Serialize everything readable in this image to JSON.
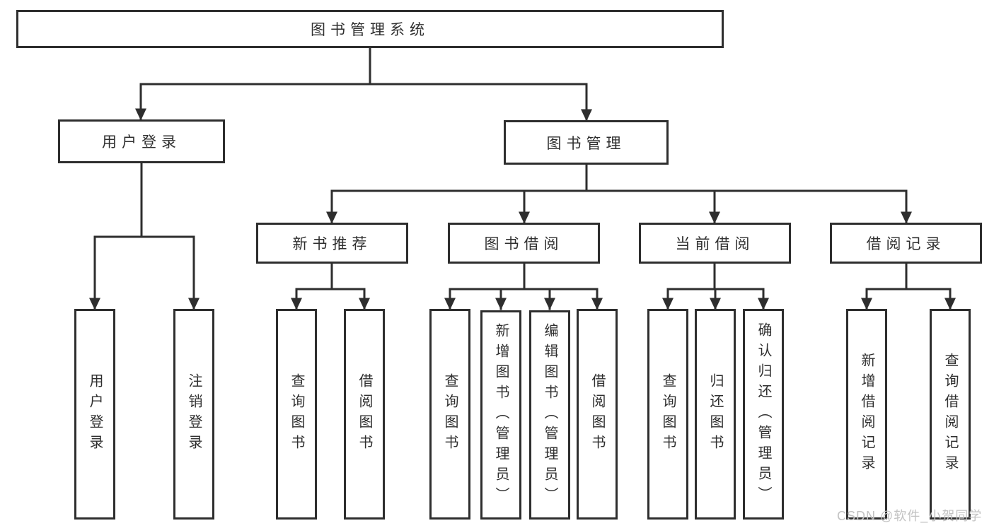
{
  "diagram": {
    "title_node": {
      "label": "图书管理系统"
    },
    "level2": [
      {
        "label": "用户登录"
      },
      {
        "label": "图书管理"
      }
    ],
    "level3": [
      {
        "label": "新书推荐",
        "parent": "图书管理"
      },
      {
        "label": "图书借阅",
        "parent": "图书管理"
      },
      {
        "label": "当前借阅",
        "parent": "图书管理"
      },
      {
        "label": "借阅记录",
        "parent": "图书管理"
      }
    ],
    "leaves": [
      {
        "label": "用户登录",
        "parent": "用户登录"
      },
      {
        "label": "注销登录",
        "parent": "用户登录"
      },
      {
        "label": "查询图书",
        "parent": "新书推荐"
      },
      {
        "label": "借阅图书",
        "parent": "新书推荐"
      },
      {
        "label": "查询图书",
        "parent": "图书借阅"
      },
      {
        "label": "新增图书（管理员）",
        "parent": "图书借阅"
      },
      {
        "label": "编辑图书（管理员）",
        "parent": "图书借阅"
      },
      {
        "label": "借阅图书",
        "parent": "图书借阅"
      },
      {
        "label": "查询图书",
        "parent": "当前借阅"
      },
      {
        "label": "归还图书",
        "parent": "当前借阅"
      },
      {
        "label": "确认归还（管理员）",
        "parent": "当前借阅"
      },
      {
        "label": "新增借阅记录",
        "parent": "借阅记录"
      },
      {
        "label": "查询借阅记录",
        "parent": "借阅记录"
      }
    ],
    "watermark": "CSDN @软件_小贺同学",
    "colors": {
      "line": "#2e2e2e",
      "text": "#2f2f2f",
      "background": "#ffffff",
      "watermark": "#c2c2c2"
    }
  }
}
